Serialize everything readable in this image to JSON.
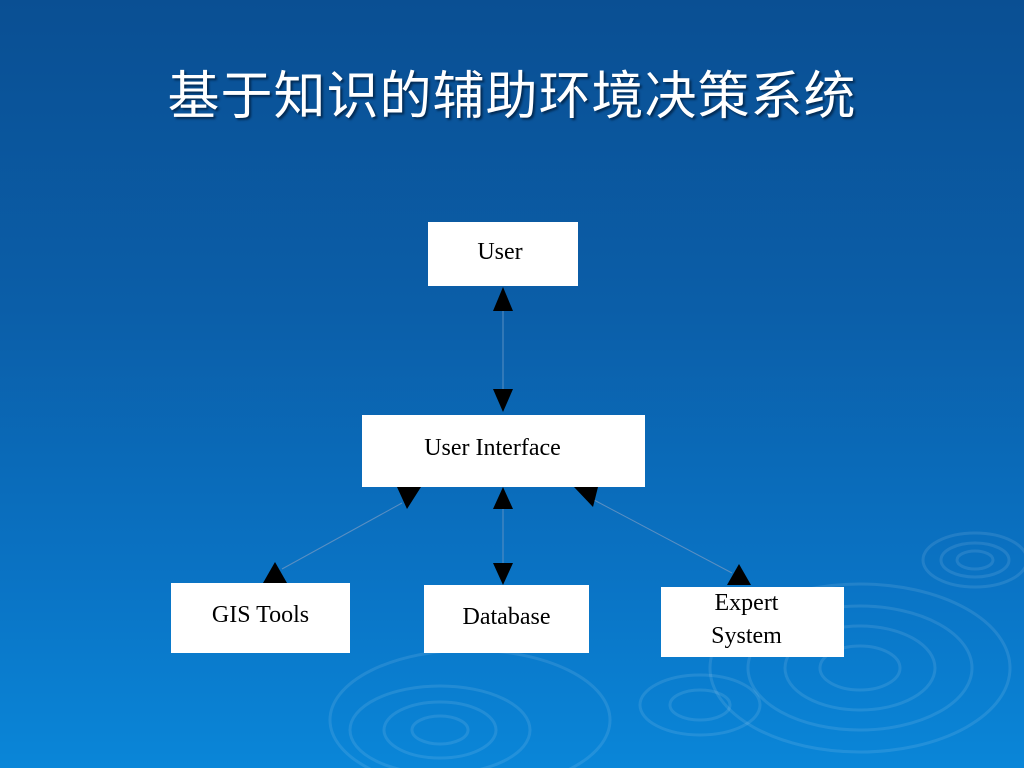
{
  "slide": {
    "title": "基于知识的辅助环境决策系统"
  },
  "diagram": {
    "nodes": {
      "user": "User",
      "user_interface": "User Interface",
      "gis_tools": "GIS Tools",
      "database": "Database",
      "expert_system_line1": "Expert",
      "expert_system_line2": "System"
    },
    "edges": [
      {
        "from": "user",
        "to": "user_interface",
        "direction": "bidirectional"
      },
      {
        "from": "user_interface",
        "to": "gis_tools",
        "direction": "bidirectional"
      },
      {
        "from": "user_interface",
        "to": "database",
        "direction": "bidirectional"
      },
      {
        "from": "user_interface",
        "to": "expert_system",
        "direction": "bidirectional"
      }
    ]
  },
  "colors": {
    "background_top": "#0a4f93",
    "background_bottom": "#0a86d8",
    "box_fill": "#ffffff",
    "arrow": "#000000"
  }
}
